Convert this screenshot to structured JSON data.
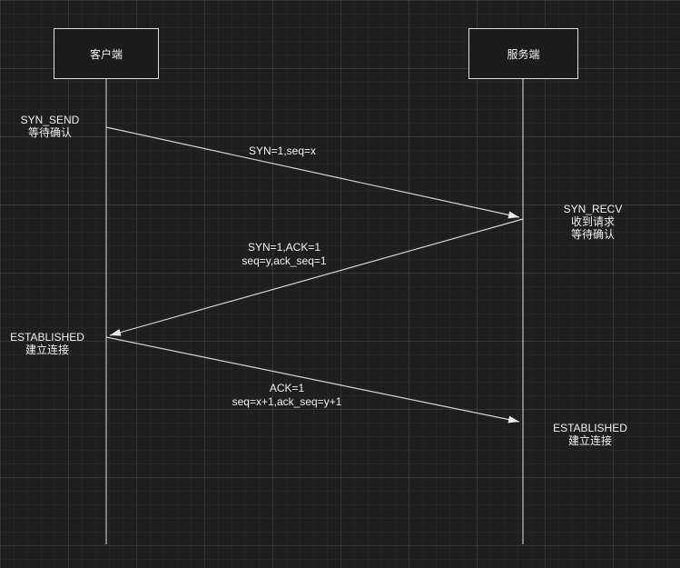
{
  "canvas": {
    "background": "#1e1e1e",
    "grid_minor_color": "rgba(255,255,255,0.03)",
    "grid_major_color": "rgba(255,255,255,0.065)"
  },
  "colors": {
    "stroke": "#d4d4d4",
    "arrowhead": "#e8e8e8",
    "box_border": "#dcdcdc",
    "text": "#f2f2f2"
  },
  "actors": [
    {
      "id": "client",
      "label": "客户端"
    },
    {
      "id": "server",
      "label": "服务端"
    }
  ],
  "messages": [
    {
      "from": "client",
      "to": "server",
      "lines": [
        "SYN=1,seq=x"
      ]
    },
    {
      "from": "server",
      "to": "client",
      "lines": [
        "SYN=1,ACK=1",
        "seq=y,ack_seq=1"
      ]
    },
    {
      "from": "client",
      "to": "server",
      "lines": [
        "ACK=1",
        "seq=x+1,ack_seq=y+1"
      ]
    }
  ],
  "states": [
    {
      "actor": "client",
      "lines": [
        "SYN_SEND",
        "等待确认"
      ]
    },
    {
      "actor": "server",
      "lines": [
        "SYN_RECV",
        "收到请求",
        "等待确认"
      ]
    },
    {
      "actor": "client",
      "lines": [
        "ESTABLISHED",
        "建立连接"
      ]
    },
    {
      "actor": "server",
      "lines": [
        "ESTABLISHED",
        "建立连接"
      ]
    }
  ]
}
